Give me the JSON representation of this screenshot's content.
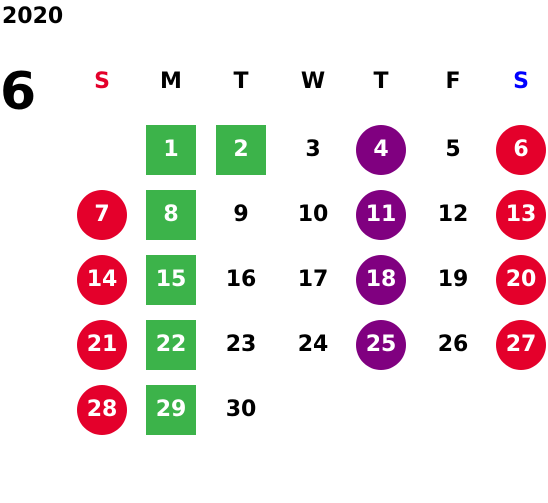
{
  "calendar": {
    "year": "2020",
    "month": "6",
    "weekdays": [
      {
        "label": "S",
        "type": "sun"
      },
      {
        "label": "M",
        "type": "weekday"
      },
      {
        "label": "T",
        "type": "weekday"
      },
      {
        "label": "W",
        "type": "weekday"
      },
      {
        "label": "T",
        "type": "weekday"
      },
      {
        "label": "F",
        "type": "weekday"
      },
      {
        "label": "S",
        "type": "sat"
      }
    ],
    "first_weekday_index": 1,
    "days": [
      {
        "day": "1",
        "style": "green"
      },
      {
        "day": "2",
        "style": "green"
      },
      {
        "day": "3",
        "style": "plain"
      },
      {
        "day": "4",
        "style": "purple"
      },
      {
        "day": "5",
        "style": "plain"
      },
      {
        "day": "6",
        "style": "red"
      },
      {
        "day": "7",
        "style": "red"
      },
      {
        "day": "8",
        "style": "green"
      },
      {
        "day": "9",
        "style": "plain"
      },
      {
        "day": "10",
        "style": "plain"
      },
      {
        "day": "11",
        "style": "purple"
      },
      {
        "day": "12",
        "style": "plain"
      },
      {
        "day": "13",
        "style": "red"
      },
      {
        "day": "14",
        "style": "red"
      },
      {
        "day": "15",
        "style": "green"
      },
      {
        "day": "16",
        "style": "plain"
      },
      {
        "day": "17",
        "style": "plain"
      },
      {
        "day": "18",
        "style": "purple"
      },
      {
        "day": "19",
        "style": "plain"
      },
      {
        "day": "20",
        "style": "red"
      },
      {
        "day": "21",
        "style": "red"
      },
      {
        "day": "22",
        "style": "green"
      },
      {
        "day": "23",
        "style": "plain"
      },
      {
        "day": "24",
        "style": "plain"
      },
      {
        "day": "25",
        "style": "purple"
      },
      {
        "day": "26",
        "style": "plain"
      },
      {
        "day": "27",
        "style": "red"
      },
      {
        "day": "28",
        "style": "red"
      },
      {
        "day": "29",
        "style": "green"
      },
      {
        "day": "30",
        "style": "plain"
      }
    ]
  },
  "colors": {
    "sunday_text": "#e4002b",
    "saturday_text": "#0000ff",
    "holiday_circle": "#e4002b",
    "highlight_square": "#3cb34a",
    "event_circle": "#800080"
  }
}
